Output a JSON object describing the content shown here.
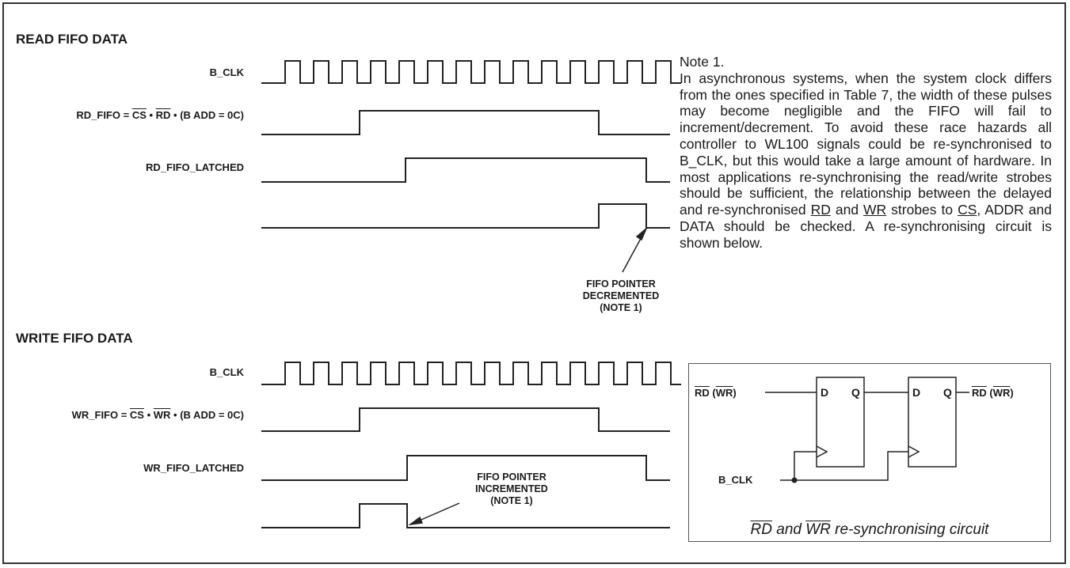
{
  "read": {
    "title": "READ FIFO DATA",
    "clk_label": "B_CLK",
    "rd_fifo": {
      "prefix": "RD_FIFO = ",
      "cs": "CS",
      "dot1": " • ",
      "rd": "RD",
      "suffix": " • (B ADD = 0C)"
    },
    "latched_label": "RD_FIFO_LATCHED",
    "annotation": [
      "FIFO POINTER",
      "DECREMENTED",
      "(NOTE 1)"
    ]
  },
  "write": {
    "title": "WRITE FIFO DATA",
    "clk_label": "B_CLK",
    "wr_fifo": {
      "prefix": "WR_FIFO = ",
      "cs": "CS",
      "dot1": " • ",
      "wr": "WR",
      "suffix": " • (B ADD = 0C)"
    },
    "latched_label": "WR_FIFO_LATCHED",
    "annotation": [
      "FIFO POINTER",
      "INCREMENTED",
      "(NOTE 1)"
    ]
  },
  "note": {
    "title": "Note 1.",
    "body_1": "In asynchronous systems, when the system clock differs from the ones specified in Table 7, the width of these pulses may become negligible and the FIFO will fail to increment/decrement. To avoid these race hazards all controller to WL100 signals could be re-synchronised to B_CLK, but this would take a large amount of hardware. In most applications re-synchronising the read/write strobes should be sufficient, the relationship between the delayed and re-synchronised ",
    "rd": "RD",
    "and": " and ",
    "wr": "WR",
    "body_2": " strobes to ",
    "cs": "CS",
    "body_3": ", ADDR and DATA should be checked. A re-synchronising circuit is shown below."
  },
  "circuit": {
    "in_rd": "RD",
    "in_paren_open": " (",
    "in_wr": "WR",
    "in_paren_close": ")",
    "out_rd": "RD",
    "out_paren_open": " (",
    "out_wr": "WR",
    "out_paren_close": ")",
    "clk": "B_CLK",
    "ff_d": "D",
    "ff_q": "Q",
    "caption_rd": "RD",
    "caption_mid": " and ",
    "caption_wr": "WR",
    "caption_tail": " re-synchronising circuit"
  }
}
